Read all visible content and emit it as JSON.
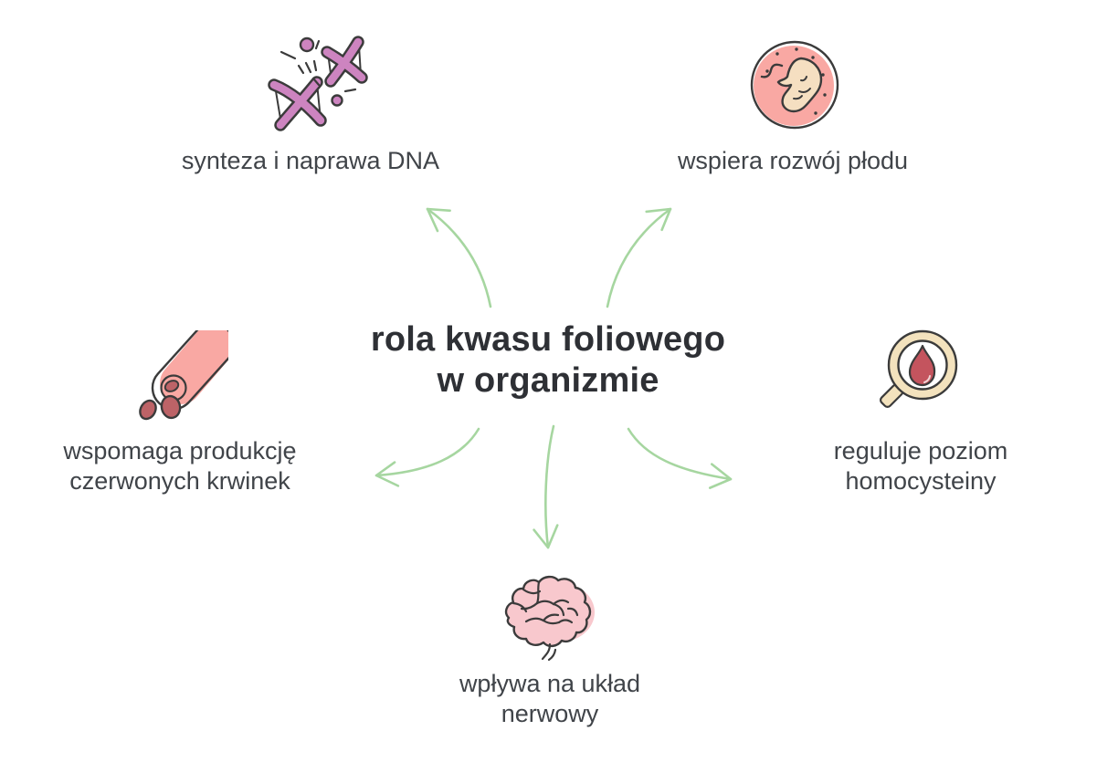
{
  "title": {
    "lines": [
      "rola kwasu foliowego",
      "w organizmie"
    ]
  },
  "branches": [
    {
      "id": "dna",
      "label": "synteza i naprawa DNA",
      "icon": "broken-dna-icon"
    },
    {
      "id": "fetus",
      "label": "wspiera rozwój płodu",
      "icon": "fetus-icon"
    },
    {
      "id": "blood",
      "label": "wspomaga produkcję czerwonych krwinek",
      "icon": "blood-vessel-icon"
    },
    {
      "id": "homocysteine",
      "label": "reguluje poziom homocysteiny",
      "icon": "magnifier-blood-drop-icon"
    },
    {
      "id": "nervous",
      "label": "wpływa na układ nerwowy",
      "icon": "brain-icon"
    }
  ],
  "colors": {
    "arrow_green": "#a6d6a0",
    "dna_pink": "#cd84c0",
    "salmon_pink": "#f9a8a3",
    "cream": "#f3e2bd",
    "deep_red": "#c4545e",
    "cell_red": "#bd6367",
    "brain_pink": "#f8c8cd",
    "fetus_cream": "#f5dfc1",
    "outline_dark": "#3b3b3b",
    "title_text": "#2e3035",
    "label_text": "#404449"
  }
}
